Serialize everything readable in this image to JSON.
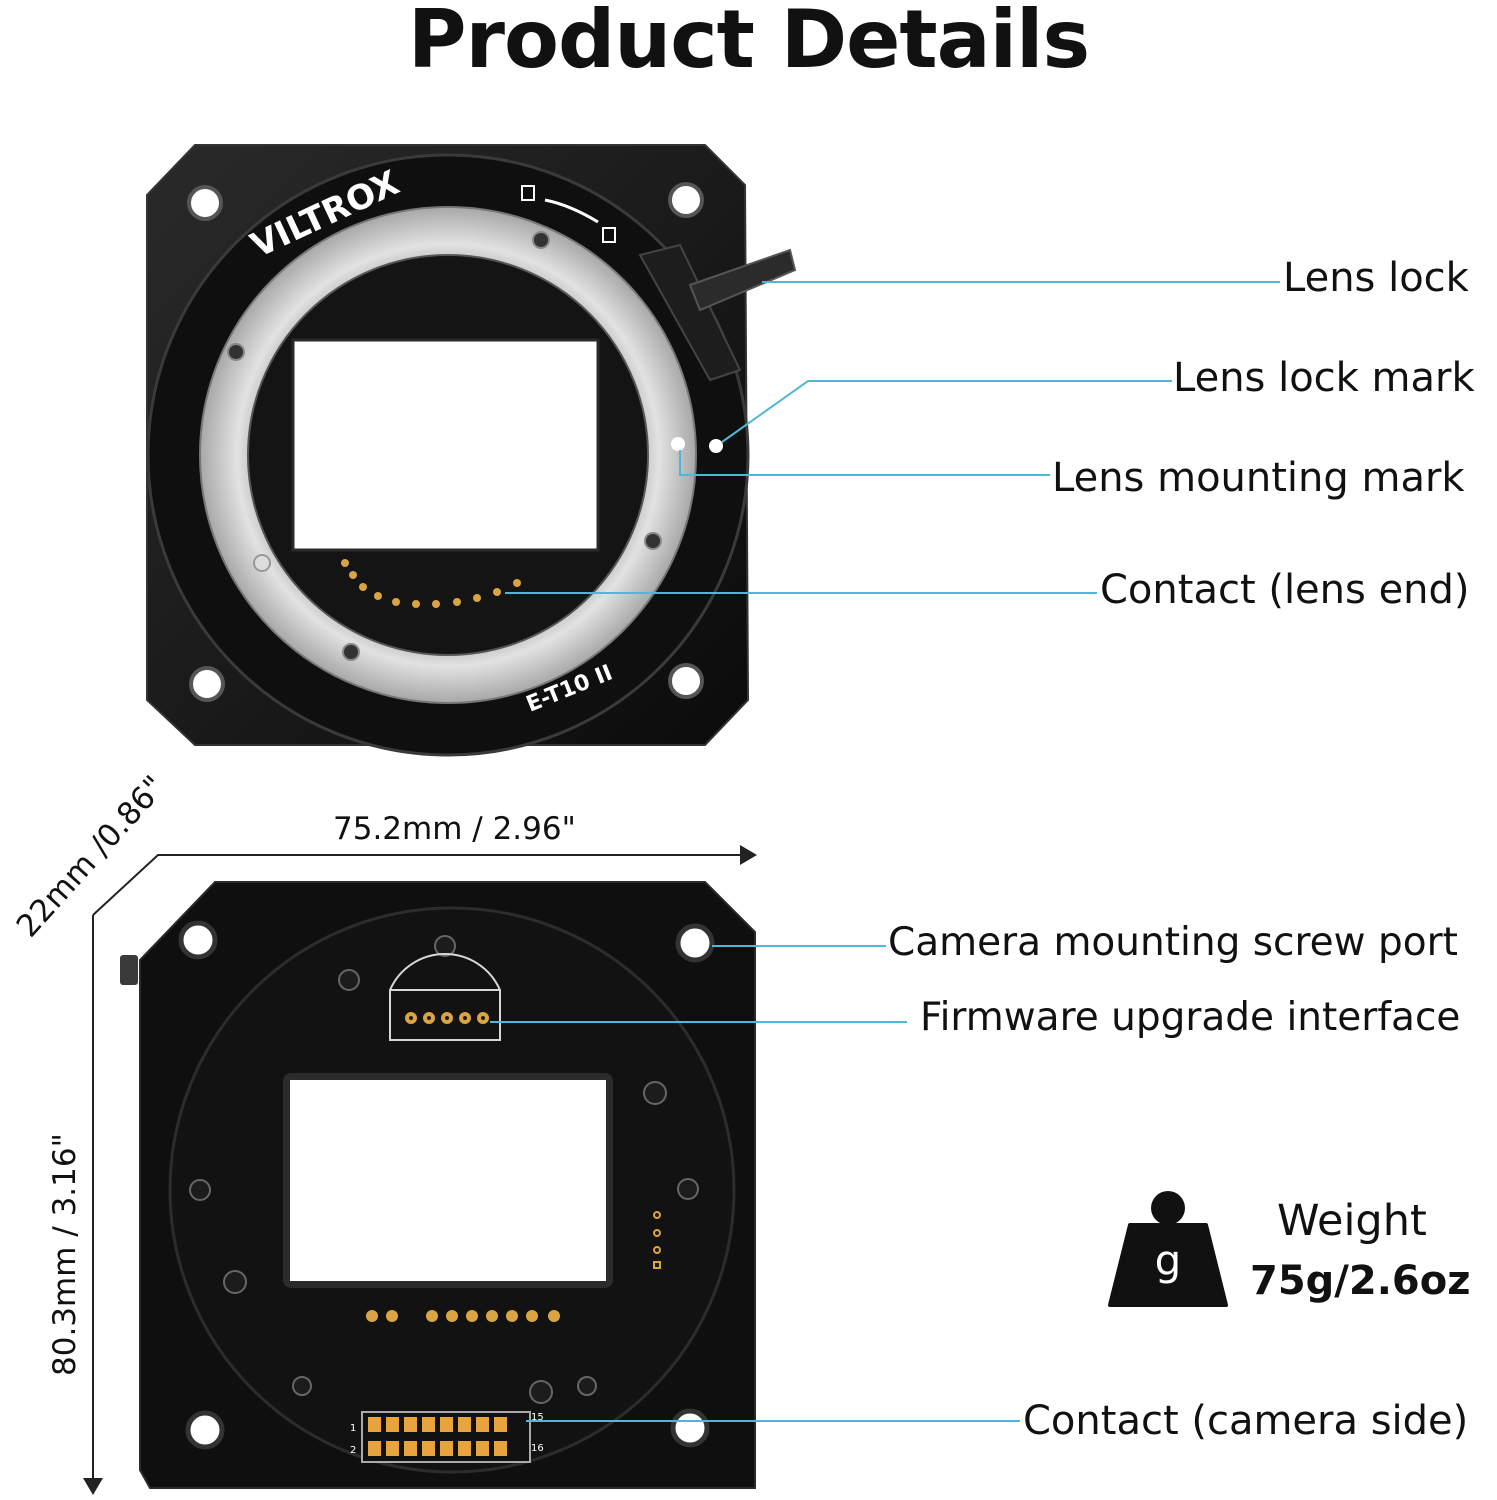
{
  "title": "Product Details",
  "brand": "VILTROX",
  "model": "E-T10 II",
  "labels": {
    "lens_lock": "Lens lock",
    "lens_lock_mark": "Lens lock mark",
    "lens_mounting_mark": "Lens mounting mark",
    "contact_lens_end": "Contact (lens end)",
    "camera_mounting_screw_port": "Camera mounting screw port",
    "firmware_upgrade_interface": "Firmware upgrade interface",
    "contact_camera_side": "Contact (camera side)"
  },
  "dimensions": {
    "width": "75.2mm / 2.96\"",
    "depth": "22mm /0.86\"",
    "height": "80.3mm / 3.16\""
  },
  "weight": {
    "label": "Weight",
    "value": "75g/2.6oz",
    "icon": "weight-icon",
    "icon_letter": "g"
  },
  "pin_labels": {
    "p1": "1",
    "p2": "2",
    "p15": "15",
    "p16": "16"
  },
  "colors": {
    "leader_line": "#4fb8d8",
    "body": "#121212",
    "ring": "#c9c9c9"
  }
}
